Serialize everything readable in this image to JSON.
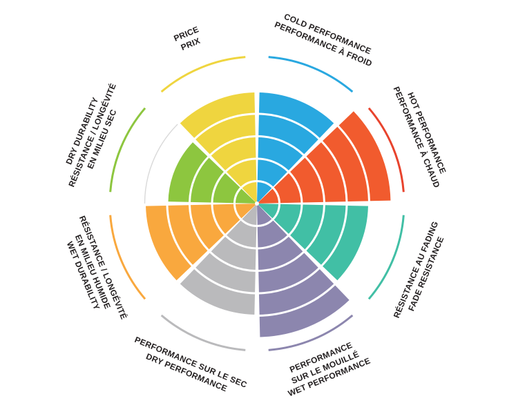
{
  "chart_data": {
    "type": "pie",
    "variant": "segmented-performance-wheel",
    "rings": 6,
    "scale_max": 6,
    "background": "#ffffff",
    "grid_color": "#d9d9d9",
    "label_color": "#231f20",
    "segments": [
      {
        "id": "cold-performance",
        "labels": [
          "COLD PERFORMANCE",
          "PERFORMANCE À FROID"
        ],
        "value": 5,
        "color": "#29a8e0",
        "arc_color": "#29a8e0"
      },
      {
        "id": "hot-performance",
        "labels": [
          "HOT PERFORMANCE",
          "PERFORMANCE À CHAUD"
        ],
        "value": 6,
        "color": "#f15b2e",
        "arc_color": "#e8432d"
      },
      {
        "id": "fade-resistance",
        "labels": [
          "RÉSISTANCE AU FADING",
          "FADE RESISTANCE"
        ],
        "value": 5,
        "color": "#41bfa5",
        "arc_color": "#41bfa5"
      },
      {
        "id": "wet-performance",
        "labels": [
          "PERFORMANCE",
          "SUR LE MOUILLÉ",
          "WET PERFORMANCE"
        ],
        "value": 6,
        "color": "#8c86ae",
        "arc_color": "#8c86ae"
      },
      {
        "id": "dry-performance",
        "labels": [
          "PERFORMANCE SUR LE SEC",
          "DRY PERFORMANCE"
        ],
        "value": 5,
        "color": "#bababc",
        "arc_color": "#bababc"
      },
      {
        "id": "wet-durability",
        "labels": [
          "RÉSISTANCE / LONGÉVITÉ",
          "EN MILIEU HUMIDE",
          "WET DURABILITY"
        ],
        "value": 5,
        "color": "#f9a83e",
        "arc_color": "#f9a83e"
      },
      {
        "id": "dry-durability",
        "labels": [
          "DRY DURABILITY",
          "RÉSISTANCE / LONGÉVITÉ",
          "EN MILIEU SEC"
        ],
        "value": 4,
        "color": "#8dc63f",
        "arc_color": "#8dc63f"
      },
      {
        "id": "price",
        "labels": [
          "PRICE",
          "PRIX"
        ],
        "value": 5,
        "color": "#efd53f",
        "arc_color": "#efd53f"
      }
    ]
  }
}
